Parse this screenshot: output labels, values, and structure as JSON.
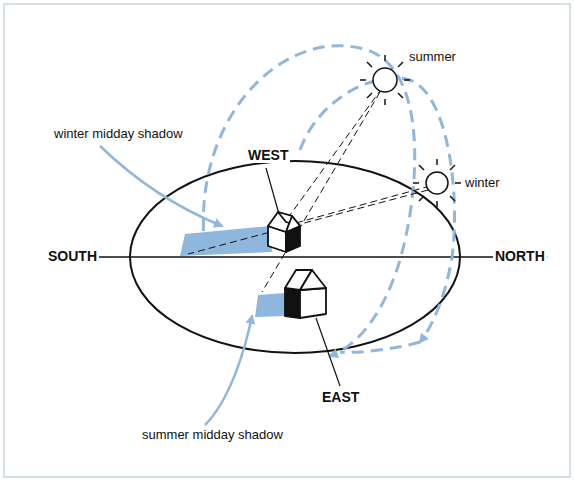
{
  "diagram": {
    "labels": [
      "summer",
      "winter midday shadow",
      "WEST",
      "winter",
      "SOUTH",
      "NORTH",
      "summer midday shadow",
      "EAST"
    ]
  }
}
